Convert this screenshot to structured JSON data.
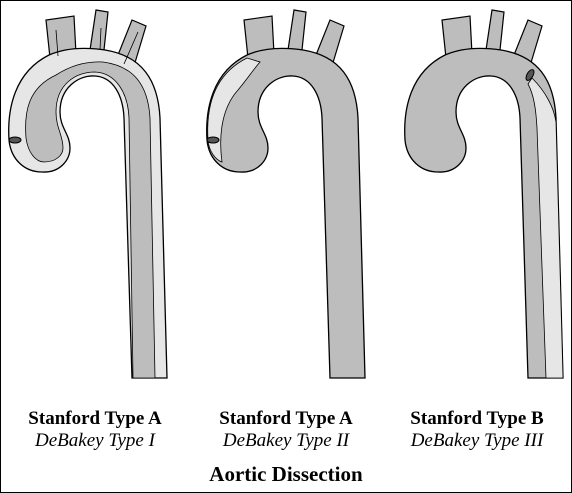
{
  "colors": {
    "true_lumen": "#bdbdbd",
    "false_lumen": "#e6e6e6",
    "outline": "#000000",
    "tear": "#555555"
  },
  "panels": [
    {
      "type_label": "Stanford Type A",
      "subtype_label": "DeBakey Type I"
    },
    {
      "type_label": "Stanford Type A",
      "subtype_label": "DeBakey Type II"
    },
    {
      "type_label": "Stanford Type B",
      "subtype_label": "DeBakey Type III"
    }
  ],
  "caption": "Aortic Dissection"
}
